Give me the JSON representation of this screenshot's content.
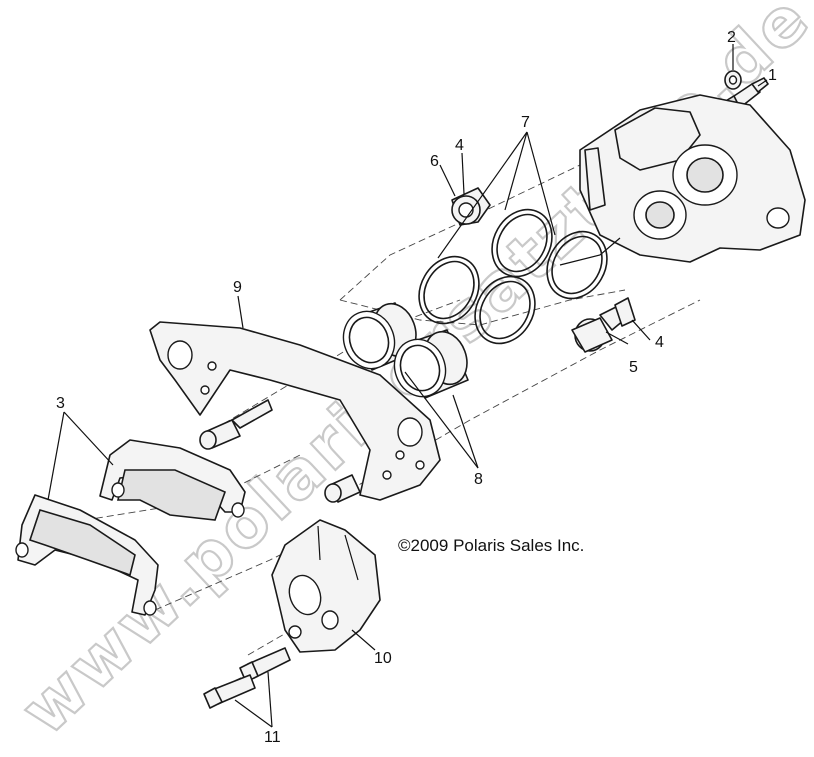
{
  "copyright": "©2009 Polaris Sales Inc.",
  "watermark": "www.polarisersatzteile.de",
  "callouts": {
    "c1": "1",
    "c2": "2",
    "c3": "3",
    "c4a": "4",
    "c4b": "4",
    "c5": "5",
    "c6": "6",
    "c7": "7",
    "c8": "8",
    "c9": "9",
    "c10": "10",
    "c11": "11"
  }
}
